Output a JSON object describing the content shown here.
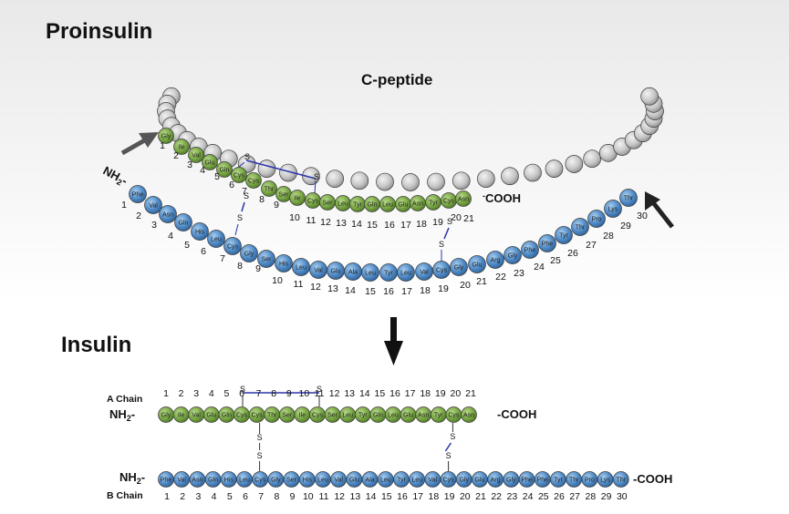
{
  "title_proinsulin": "Proinsulin",
  "title_insulin": "Insulin",
  "c_peptide_label": "C-peptide",
  "nh2_label": "NH",
  "nh2_sub": "2",
  "nh2_dash": "-",
  "cooh_label": "COOH",
  "cooh_label_dash": "-COOH",
  "a_chain_label": "A Chain",
  "b_chain_label": "B Chain",
  "sulfur": "S",
  "colors": {
    "a_chain": "#77a543",
    "b_chain": "#4d88c4",
    "c_peptide": "#c4c4c4",
    "bond": "#2a35a8"
  },
  "a_chain": [
    "Gly",
    "Ile",
    "Val",
    "Glu",
    "Gln",
    "Cys",
    "Cys",
    "Thr",
    "Ser",
    "Ile",
    "Cys",
    "Ser",
    "Leu",
    "Tyr",
    "Gln",
    "Leu",
    "Glu",
    "Asn",
    "Tyr",
    "Cys",
    "Asn"
  ],
  "b_chain": [
    "Phe",
    "Val",
    "Asn",
    "Gln",
    "His",
    "Leu",
    "Cys",
    "Gly",
    "Ser",
    "His",
    "Leu",
    "Val",
    "Glu",
    "Ala",
    "Leu",
    "Tyr",
    "Leu",
    "Val",
    "Cys",
    "Gly",
    "Glu",
    "Arg",
    "Gly",
    "Phe",
    "Phe",
    "Tyr",
    "Thr",
    "Pro",
    "Lys",
    "Thr"
  ],
  "a_numbers": [
    "1",
    "2",
    "3",
    "4",
    "5",
    "6",
    "7",
    "8",
    "9",
    "10",
    "11",
    "12",
    "13",
    "14",
    "15",
    "16",
    "17",
    "18",
    "19",
    "20",
    "21"
  ],
  "b_numbers": [
    "1",
    "2",
    "3",
    "4",
    "5",
    "6",
    "7",
    "8",
    "9",
    "10",
    "11",
    "12",
    "13",
    "14",
    "15",
    "16",
    "17",
    "18",
    "19",
    "20",
    "21",
    "22",
    "23",
    "24",
    "25",
    "26",
    "27",
    "28",
    "29",
    "30"
  ]
}
